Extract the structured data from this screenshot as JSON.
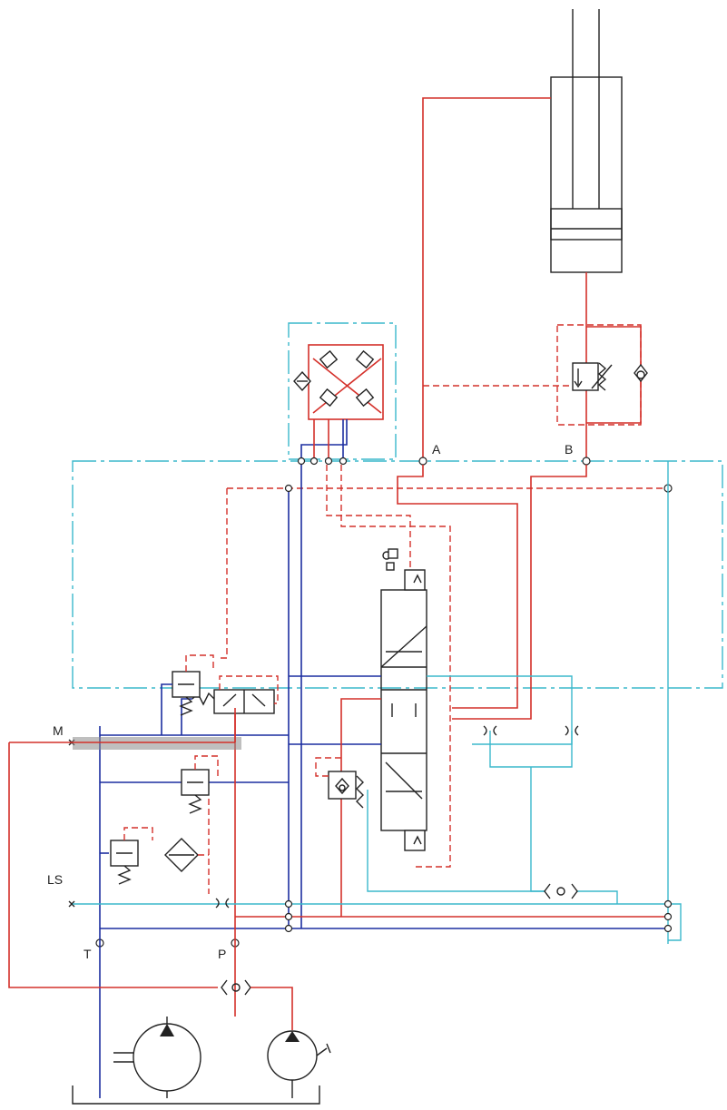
{
  "ports": {
    "A": "A",
    "B": "B",
    "M": "M",
    "LS": "LS",
    "T": "T",
    "P": "P"
  },
  "colors": {
    "pressure_line": "#d4302a",
    "tank_line": "#1c2ea0",
    "load_sense_line": "#3bb8cc",
    "symbol": "#222222",
    "highlight": "#8a8a8a"
  },
  "components": [
    "hydraulic-cylinder",
    "counterbalance-valve",
    "shuttle-valve",
    "proportional-directional-valve",
    "pressure-compensator",
    "pressure-reducing-valve",
    "pressure-relief-valve",
    "filter",
    "main-pump",
    "hand-pump",
    "tank",
    "orifice"
  ]
}
